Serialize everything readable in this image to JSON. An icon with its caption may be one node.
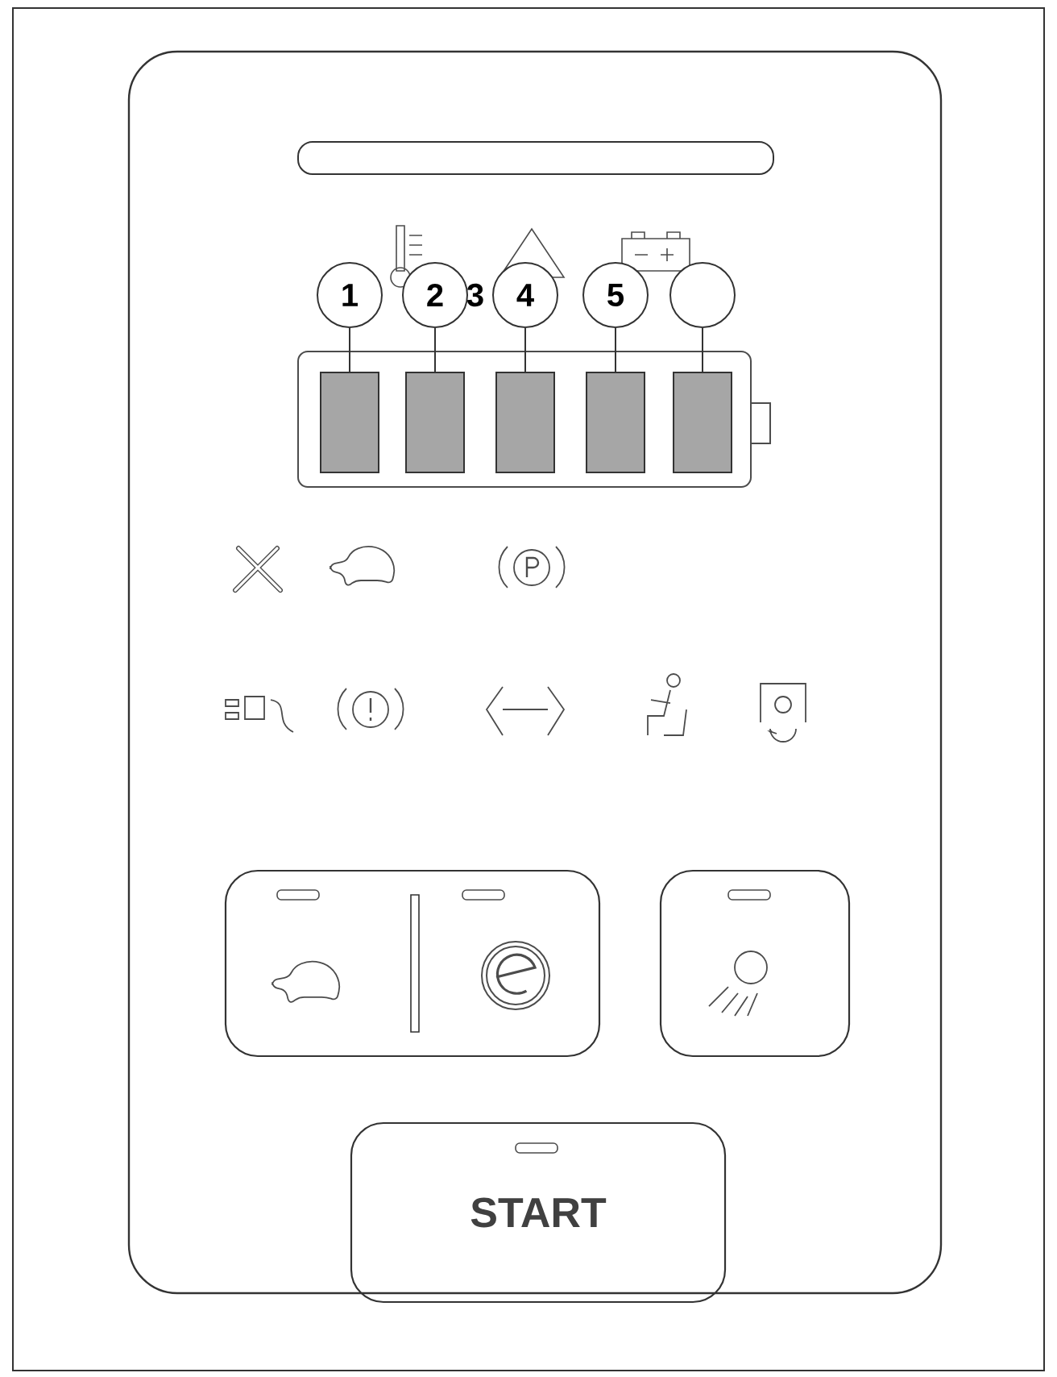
{
  "diagram": {
    "nodes": [
      {
        "text": [
          "1"
        ]
      },
      {
        "text": [
          "2"
        ]
      },
      {
        "text": [
          "4"
        ]
      },
      {
        "text": [
          "5"
        ]
      },
      {
        "text": [],
        "shape": "circle"
      },
      {
        "text": [],
        "shape": "box"
      },
      {
        "text": [],
        "shape": "box"
      },
      {
        "text": [],
        "shape": "box"
      },
      {
        "text": [],
        "shape": "box"
      },
      {
        "text": [],
        "shape": "box"
      },
      {
        "text": [
          "START"
        ]
      }
    ],
    "edges": [
      {
        "from": 0,
        "to": 5,
        "arrow": "none"
      },
      {
        "from": 1,
        "to": 6,
        "arrow": "none"
      },
      {
        "from": 2,
        "to": 7,
        "arrow": "none"
      },
      {
        "from": 3,
        "to": 8,
        "arrow": "none"
      },
      {
        "from": 4,
        "to": 9,
        "arrow": "none"
      }
    ],
    "labels": [
      "3"
    ]
  }
}
